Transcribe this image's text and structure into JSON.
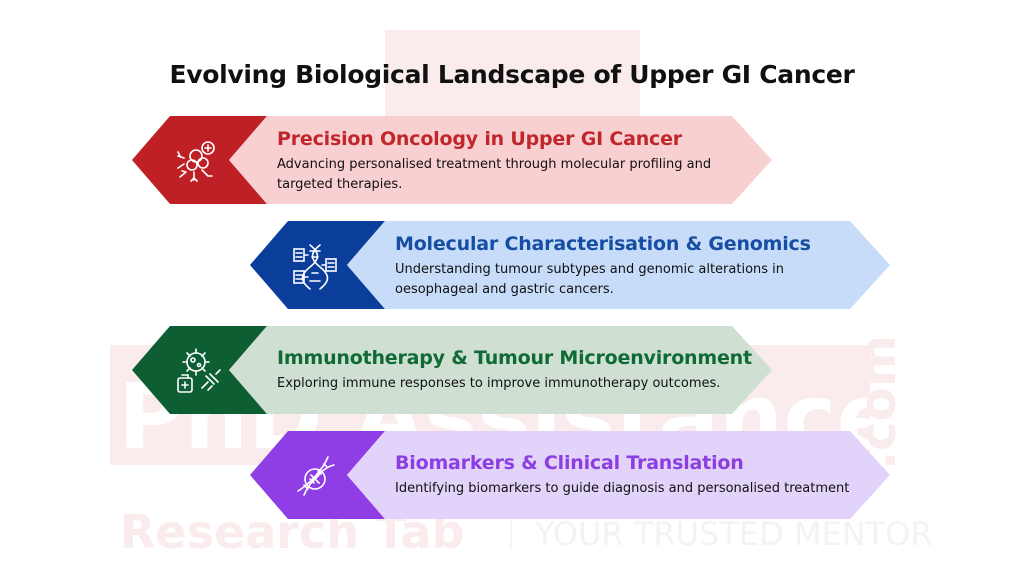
{
  "title": "Evolving Biological Landscape of Upper GI Cancer",
  "watermark": {
    "brand": "PhD Assistance",
    "suffix": ".com",
    "sub_left": "Research Tab",
    "sub_right": "YOUR TRUSTED MENTOR"
  },
  "items": [
    {
      "heading": "Precision Oncology in Upper GI Cancer",
      "description": "Advancing personalised treatment through molecular profiling and targeted therapies.",
      "icon": "cell-cluster-icon",
      "accent": "#bf2026",
      "heading_color": "#c0272d",
      "panel": "#f9d0d1"
    },
    {
      "heading": "Molecular Characterisation & Genomics",
      "description": "Understanding tumour subtypes and genomic alterations in oesophageal and gastric cancers.",
      "icon": "dna-analysis-icon",
      "accent": "#0b3e9a",
      "heading_color": "#164ea3",
      "panel": "#c7dcf8"
    },
    {
      "heading": "Immunotherapy & Tumour Microenvironment",
      "description": "Exploring immune responses to improve immunotherapy outcomes.",
      "icon": "immunotherapy-icon",
      "accent": "#0d5e33",
      "heading_color": "#0f6a36",
      "panel": "#cfdfd2"
    },
    {
      "heading": "Biomarkers & Clinical Translation",
      "description": "Identifying biomarkers to guide diagnosis and personalised treatment",
      "icon": "biomarker-dna-icon",
      "accent": "#8f3ee6",
      "heading_color": "#8c3ee0",
      "panel": "#e2d3fa"
    }
  ]
}
